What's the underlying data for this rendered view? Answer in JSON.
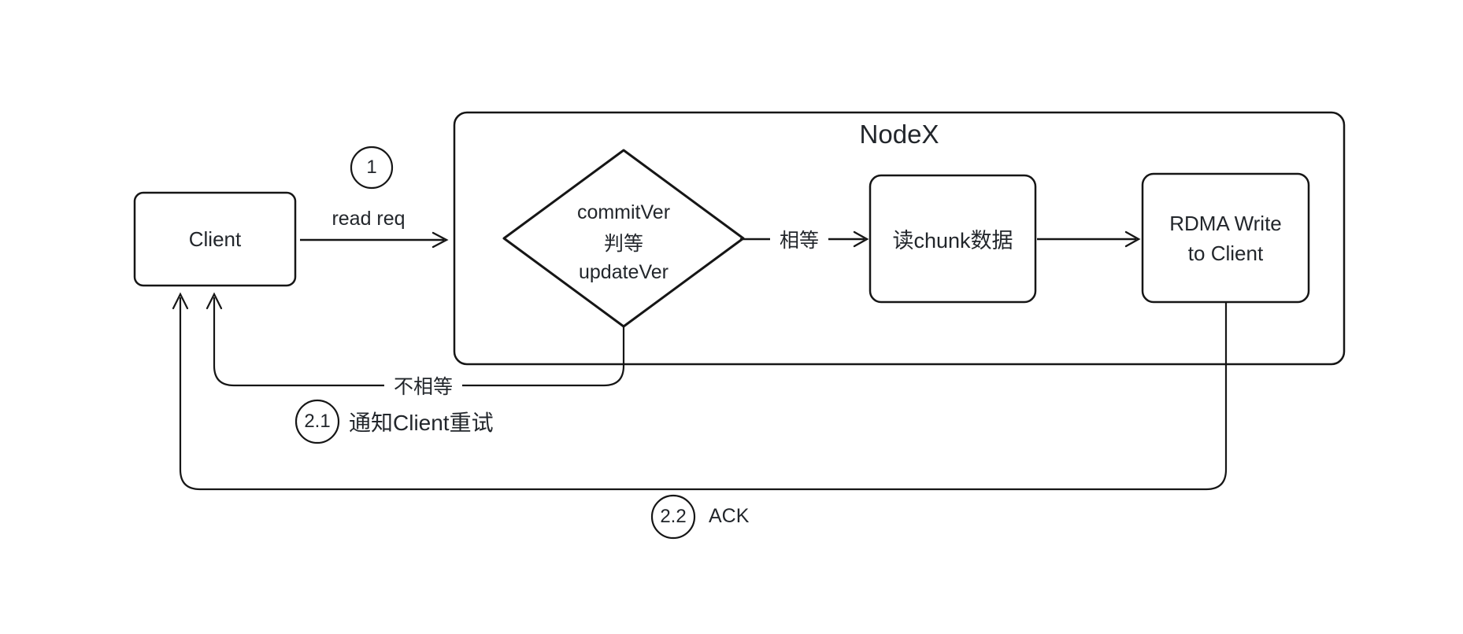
{
  "diagram": {
    "container_title": "NodeX",
    "nodes": {
      "client": {
        "label": "Client"
      },
      "version_check": {
        "line1": "commitVer",
        "line2": "判等",
        "line3": "updateVer"
      },
      "read_chunk": {
        "label": "读chunk数据"
      },
      "rdma_write": {
        "line1": "RDMA Write",
        "line2": "to Client"
      }
    },
    "edges": {
      "read_req": {
        "step": "1",
        "label": "read req"
      },
      "equal": {
        "label": "相等"
      },
      "not_equal": {
        "label": "不相等"
      },
      "notify_retry": {
        "step": "2.1",
        "label": "通知Client重试"
      },
      "ack": {
        "step": "2.2",
        "label": "ACK"
      }
    },
    "colors": {
      "client_fill": "#e7f2e8",
      "decision_fill": "#faf0d2",
      "process_fill": "#e6e2fa",
      "stroke": "#161616",
      "text": "#22262b",
      "background": "#ffffff"
    }
  }
}
